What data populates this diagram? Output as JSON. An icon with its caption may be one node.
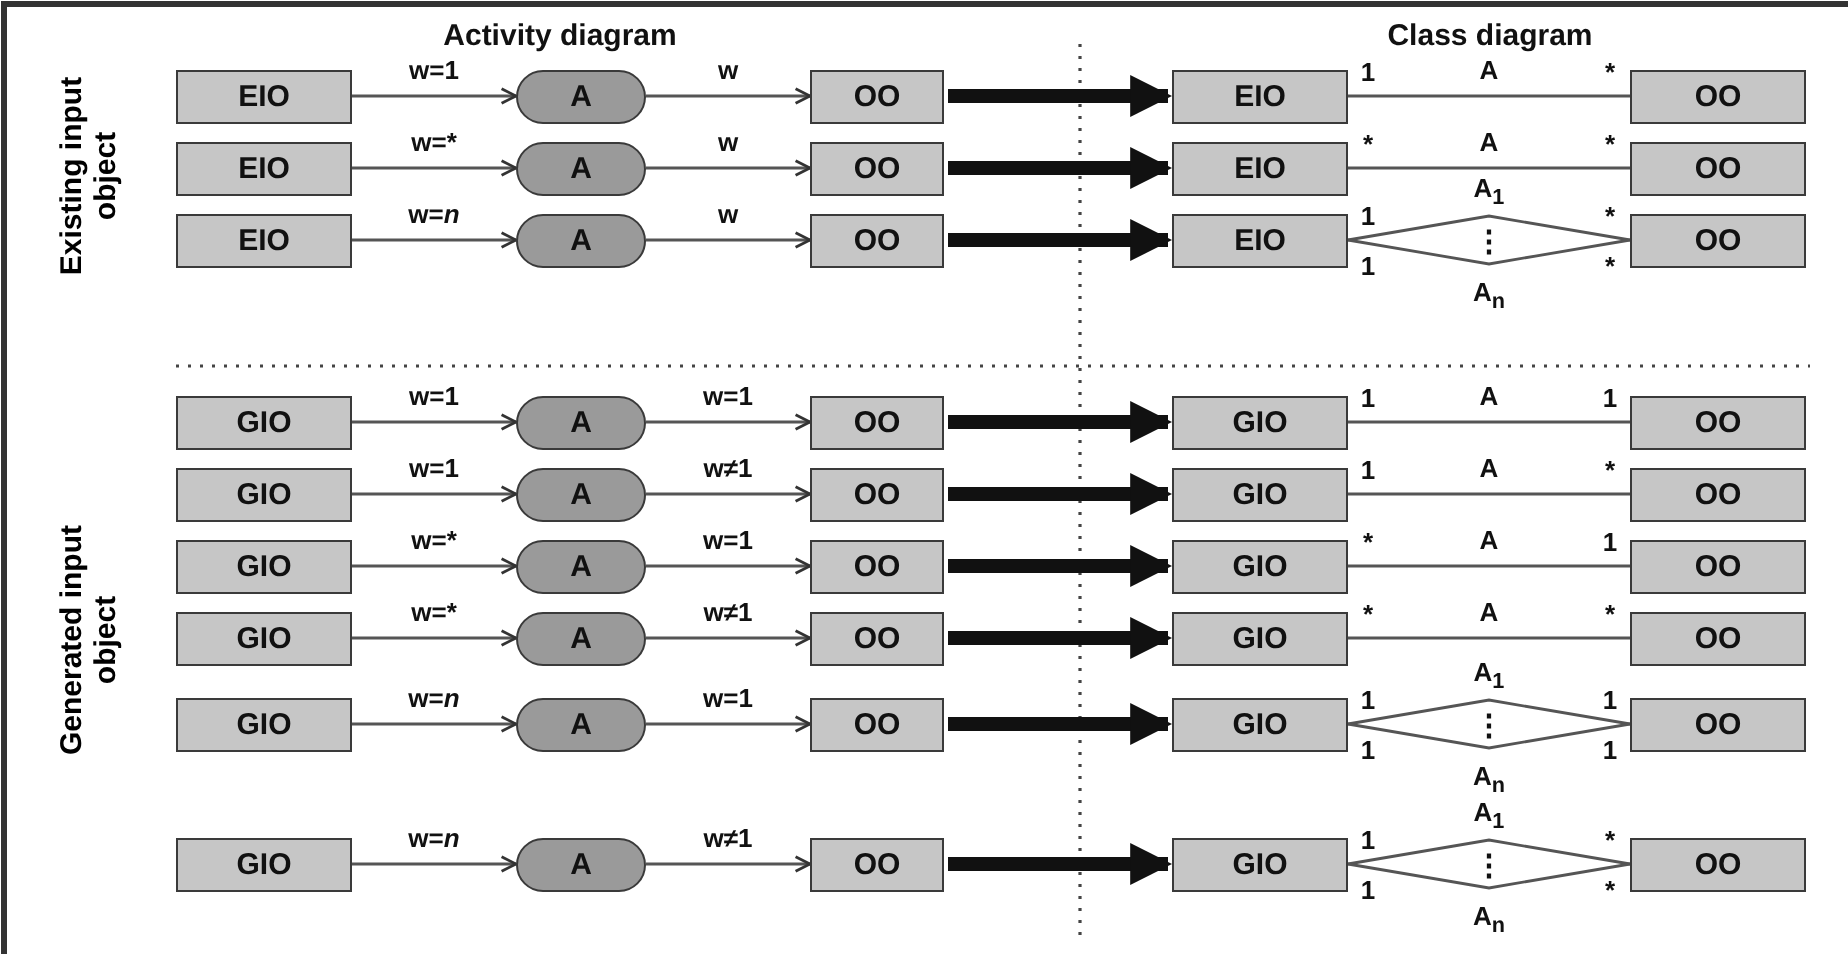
{
  "diagram": {
    "nodes": [
      {
        "text": [
          "EIO"
        ]
      },
      {
        "text": [
          "A"
        ]
      },
      {
        "text": [
          "OO"
        ]
      },
      {
        "text": [
          "EIO"
        ]
      },
      {
        "text": [
          "OO"
        ]
      },
      {
        "text": [
          "EIO"
        ]
      },
      {
        "text": [
          "A"
        ]
      },
      {
        "text": [
          "OO"
        ]
      },
      {
        "text": [
          "EIO"
        ]
      },
      {
        "text": [
          "OO"
        ]
      },
      {
        "text": [
          "EIO"
        ]
      },
      {
        "text": [
          "A"
        ]
      },
      {
        "text": [
          "OO"
        ]
      },
      {
        "text": [
          "EIO"
        ]
      },
      {
        "text": [
          "OO"
        ]
      },
      {
        "text": [
          "GIO"
        ]
      },
      {
        "text": [
          "A"
        ]
      },
      {
        "text": [
          "OO"
        ]
      },
      {
        "text": [
          "GIO"
        ]
      },
      {
        "text": [
          "OO"
        ]
      },
      {
        "text": [
          "GIO"
        ]
      },
      {
        "text": [
          "A"
        ]
      },
      {
        "text": [
          "OO"
        ]
      },
      {
        "text": [
          "GIO"
        ]
      },
      {
        "text": [
          "OO"
        ]
      },
      {
        "text": [
          "GIO"
        ]
      },
      {
        "text": [
          "A"
        ]
      },
      {
        "text": [
          "OO"
        ]
      },
      {
        "text": [
          "GIO"
        ]
      },
      {
        "text": [
          "OO"
        ]
      },
      {
        "text": [
          "GIO"
        ]
      },
      {
        "text": [
          "A"
        ]
      },
      {
        "text": [
          "OO"
        ]
      },
      {
        "text": [
          "GIO"
        ]
      },
      {
        "text": [
          "OO"
        ]
      },
      {
        "text": [
          "GIO"
        ]
      },
      {
        "text": [
          "A"
        ]
      },
      {
        "text": [
          "OO"
        ]
      },
      {
        "text": [
          "GIO"
        ]
      },
      {
        "text": [
          "OO"
        ]
      },
      {
        "text": [
          "GIO"
        ]
      },
      {
        "text": [
          "A"
        ]
      },
      {
        "text": [
          "OO"
        ]
      },
      {
        "text": [
          "GIO"
        ]
      },
      {
        "text": [
          "OO"
        ]
      }
    ],
    "edges": [
      {
        "from": 0,
        "to": 1,
        "arrow": "to",
        "label": "w=1"
      },
      {
        "from": 1,
        "to": 2,
        "arrow": "to",
        "label": "w"
      },
      {
        "from": 2,
        "to": 3,
        "arrow": "to",
        "style": "thick"
      },
      {
        "from": 3,
        "to": 4,
        "arrow": "none",
        "label": "A"
      },
      {
        "from": 5,
        "to": 6,
        "arrow": "to",
        "label": "w=*"
      },
      {
        "from": 6,
        "to": 7,
        "arrow": "to",
        "label": "w"
      },
      {
        "from": 7,
        "to": 8,
        "arrow": "to",
        "style": "thick"
      },
      {
        "from": 8,
        "to": 9,
        "arrow": "none",
        "label": "A"
      },
      {
        "from": 10,
        "to": 11,
        "arrow": "to",
        "label": "w=*n*"
      },
      {
        "from": 11,
        "to": 12,
        "arrow": "to",
        "label": "w"
      },
      {
        "from": 12,
        "to": 13,
        "arrow": "to",
        "style": "thick"
      },
      {
        "from": 13,
        "to": 14,
        "arrow": "none",
        "label": "A$_{1}$"
      },
      {
        "from": 13,
        "to": 14,
        "arrow": "none",
        "label": "A$_{n}$"
      },
      {
        "from": 15,
        "to": 16,
        "arrow": "to",
        "label": "w=1"
      },
      {
        "from": 16,
        "to": 17,
        "arrow": "to",
        "label": "w=1"
      },
      {
        "from": 17,
        "to": 18,
        "arrow": "to",
        "style": "thick"
      },
      {
        "from": 18,
        "to": 19,
        "arrow": "none",
        "label": "A"
      },
      {
        "from": 20,
        "to": 21,
        "arrow": "to",
        "label": "w=1"
      },
      {
        "from": 21,
        "to": 22,
        "arrow": "to",
        "label": "w≠1"
      },
      {
        "from": 22,
        "to": 23,
        "arrow": "to",
        "style": "thick"
      },
      {
        "from": 23,
        "to": 24,
        "arrow": "none",
        "label": "A"
      },
      {
        "from": 25,
        "to": 26,
        "arrow": "to",
        "label": "w=*"
      },
      {
        "from": 26,
        "to": 27,
        "arrow": "to",
        "label": "w=1"
      },
      {
        "from": 27,
        "to": 28,
        "arrow": "to",
        "style": "thick"
      },
      {
        "from": 28,
        "to": 29,
        "arrow": "none",
        "label": "A"
      },
      {
        "from": 30,
        "to": 31,
        "arrow": "to",
        "label": "w=*"
      },
      {
        "from": 31,
        "to": 32,
        "arrow": "to",
        "label": "w≠1"
      },
      {
        "from": 32,
        "to": 33,
        "arrow": "to",
        "style": "thick"
      },
      {
        "from": 33,
        "to": 34,
        "arrow": "none",
        "label": "A"
      },
      {
        "from": 35,
        "to": 36,
        "arrow": "to",
        "label": "w=*n*"
      },
      {
        "from": 36,
        "to": 37,
        "arrow": "to",
        "label": "w=1"
      },
      {
        "from": 37,
        "to": 38,
        "arrow": "to",
        "style": "thick"
      },
      {
        "from": 38,
        "to": 39,
        "arrow": "none",
        "label": "A$_{1}$"
      },
      {
        "from": 38,
        "to": 39,
        "arrow": "none",
        "label": "A$_{n}$"
      },
      {
        "from": 40,
        "to": 41,
        "arrow": "to",
        "label": "w=*n*"
      },
      {
        "from": 41,
        "to": 42,
        "arrow": "to",
        "label": "w≠1"
      },
      {
        "from": 42,
        "to": 43,
        "arrow": "to",
        "style": "thick"
      },
      {
        "from": 43,
        "to": 44,
        "arrow": "none",
        "label": "A$_{1}$"
      },
      {
        "from": 43,
        "to": 44,
        "arrow": "none",
        "label": "A$_{n}$"
      }
    ],
    "labels": [
      "Activity diagram",
      "Class diagram",
      "Existing input object",
      "Generated input object",
      "1",
      "*",
      "*",
      "*",
      "1",
      "*",
      "⋮",
      "1",
      "*",
      "1",
      "1",
      "1",
      "*",
      "*",
      "1",
      "*",
      "*",
      "1",
      "1",
      "⋮",
      "1",
      "1",
      "1",
      "*",
      "⋮",
      "1",
      "*"
    ]
  }
}
